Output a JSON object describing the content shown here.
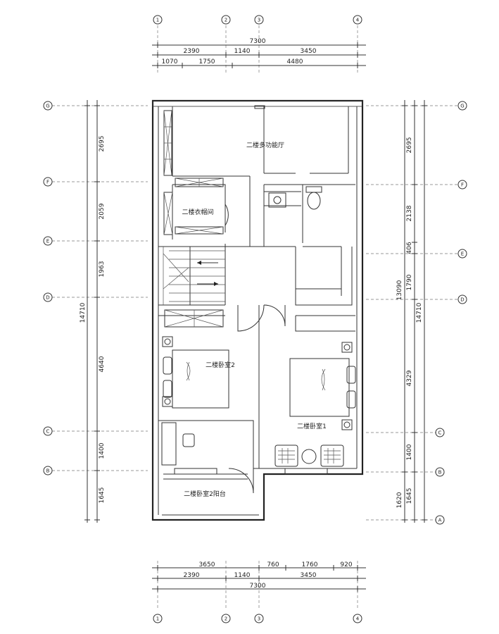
{
  "axes": {
    "columns": [
      "1",
      "2",
      "3",
      "4"
    ],
    "rows_left": [
      "G",
      "F",
      "E",
      "D",
      "C",
      "B"
    ],
    "rows_right": [
      "G",
      "F",
      "E",
      "D",
      "C",
      "B",
      "A"
    ]
  },
  "dims": {
    "top_total": "7300",
    "top_row1": [
      "2390",
      "1140",
      "3450"
    ],
    "top_row2": [
      "1070",
      "1750",
      "4480"
    ],
    "bottom_row1": [
      "3650",
      "760",
      "1760",
      "920"
    ],
    "bottom_row2": [
      "2390",
      "1140",
      "3450"
    ],
    "bottom_total": "7300",
    "left_segments": [
      "2695",
      "2059",
      "1963",
      "4640",
      "1400",
      "1645"
    ],
    "left_total": "14710",
    "right_segments": [
      "2695",
      "2138",
      "406",
      "1790",
      "4329",
      "1400",
      "1645"
    ],
    "right_sub": [
      "13090",
      "1620"
    ],
    "right_total": "14710"
  },
  "rooms": {
    "multi_hall": "二楼多功能厅",
    "closet": "二楼衣帽间",
    "bedroom2": "二楼卧室2",
    "bedroom1": "二楼卧室1",
    "balcony": "二楼卧室2阳台"
  }
}
